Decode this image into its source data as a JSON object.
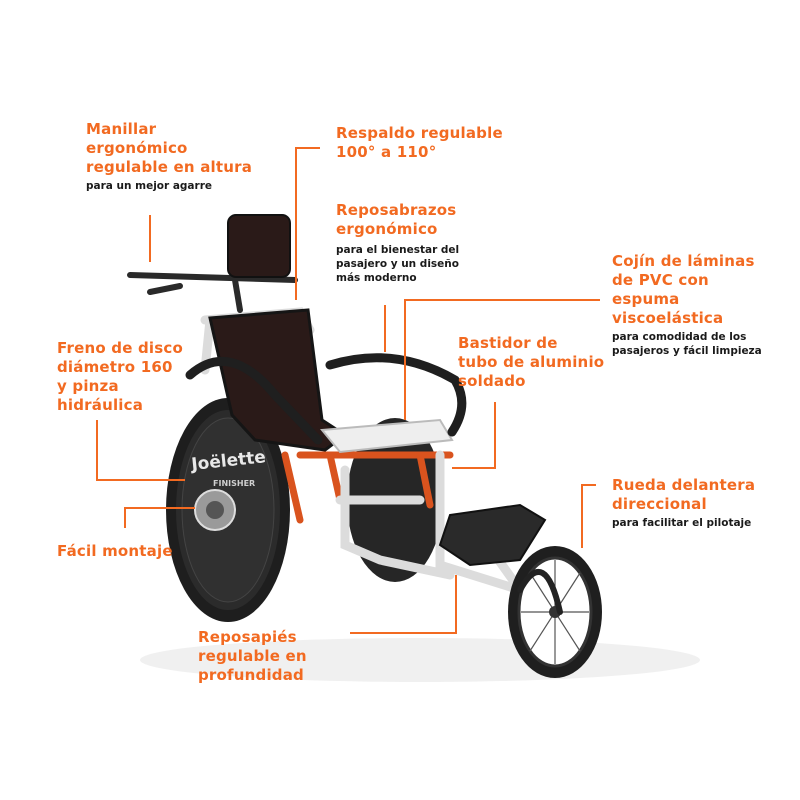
{
  "colors": {
    "accent": "#f26a21",
    "text_dark": "#1a1a1a",
    "frame": "#e2e2e2",
    "frame_orange": "#d9531e",
    "seat": "#2a1a18",
    "tire": "#222222"
  },
  "wheel_branding": {
    "brand": "Joëlette",
    "model": "FINISHER"
  },
  "callouts": {
    "manillar": {
      "title": "Manillar\nergonómico\nregulable en altura",
      "sub": "para un mejor agarre"
    },
    "respaldo": {
      "title": "Respaldo regulable\n100° a 110°",
      "sub": ""
    },
    "reposabrazos": {
      "title": "Reposabrazos\nergonómico",
      "sub": "para el bienestar del\npasajero y un diseño\nmás moderno"
    },
    "cojin": {
      "title": "Cojín de láminas\nde PVC con\nespuma\nviscoelástica",
      "sub": "para comodidad de los\npasajeros y fácil limpieza"
    },
    "freno": {
      "title": "Freno de disco\ndiámetro 160\ny pinza\nhidráulica",
      "sub": ""
    },
    "bastidor": {
      "title": "Bastidor de\ntubo de aluminio\nsoldado",
      "sub": ""
    },
    "montaje": {
      "title": "Fácil montaje",
      "sub": ""
    },
    "rueda": {
      "title": "Rueda delantera\ndireccional",
      "sub": "para facilitar el pilotaje"
    },
    "reposapies": {
      "title": "Reposapiés\nregulable en\nprofundidad",
      "sub": ""
    }
  }
}
